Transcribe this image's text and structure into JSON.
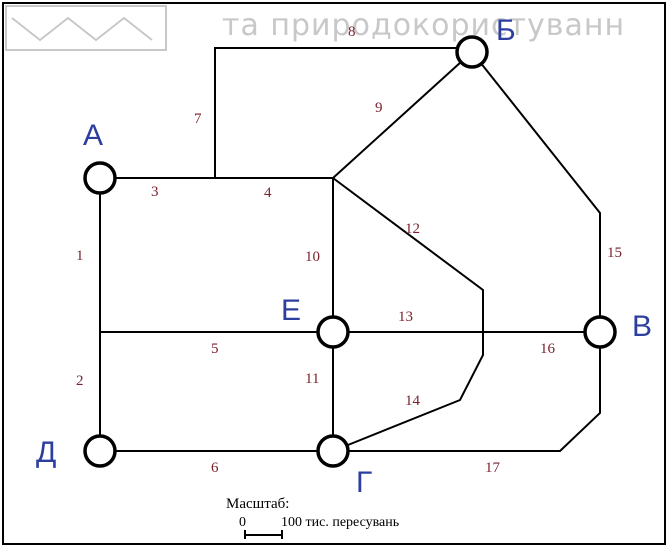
{
  "watermark": {
    "text": "та природокористуванн"
  },
  "nodes": [
    {
      "id": "A",
      "label": "А"
    },
    {
      "id": "B",
      "label": "Б"
    },
    {
      "id": "V",
      "label": "В"
    },
    {
      "id": "G",
      "label": "Г"
    },
    {
      "id": "D",
      "label": "Д"
    },
    {
      "id": "E",
      "label": "Е"
    }
  ],
  "edge_labels": [
    "1",
    "2",
    "3",
    "4",
    "5",
    "6",
    "7",
    "8",
    "9",
    "10",
    "11",
    "12",
    "13",
    "14",
    "15",
    "16",
    "17"
  ],
  "scale": {
    "title": "Масштаб:",
    "zero": "0",
    "text": "100 тис. пересувань"
  },
  "colors": {
    "node_label": "#2c3e9e",
    "edge_label": "#7a1f2b",
    "lines": "#000000"
  }
}
